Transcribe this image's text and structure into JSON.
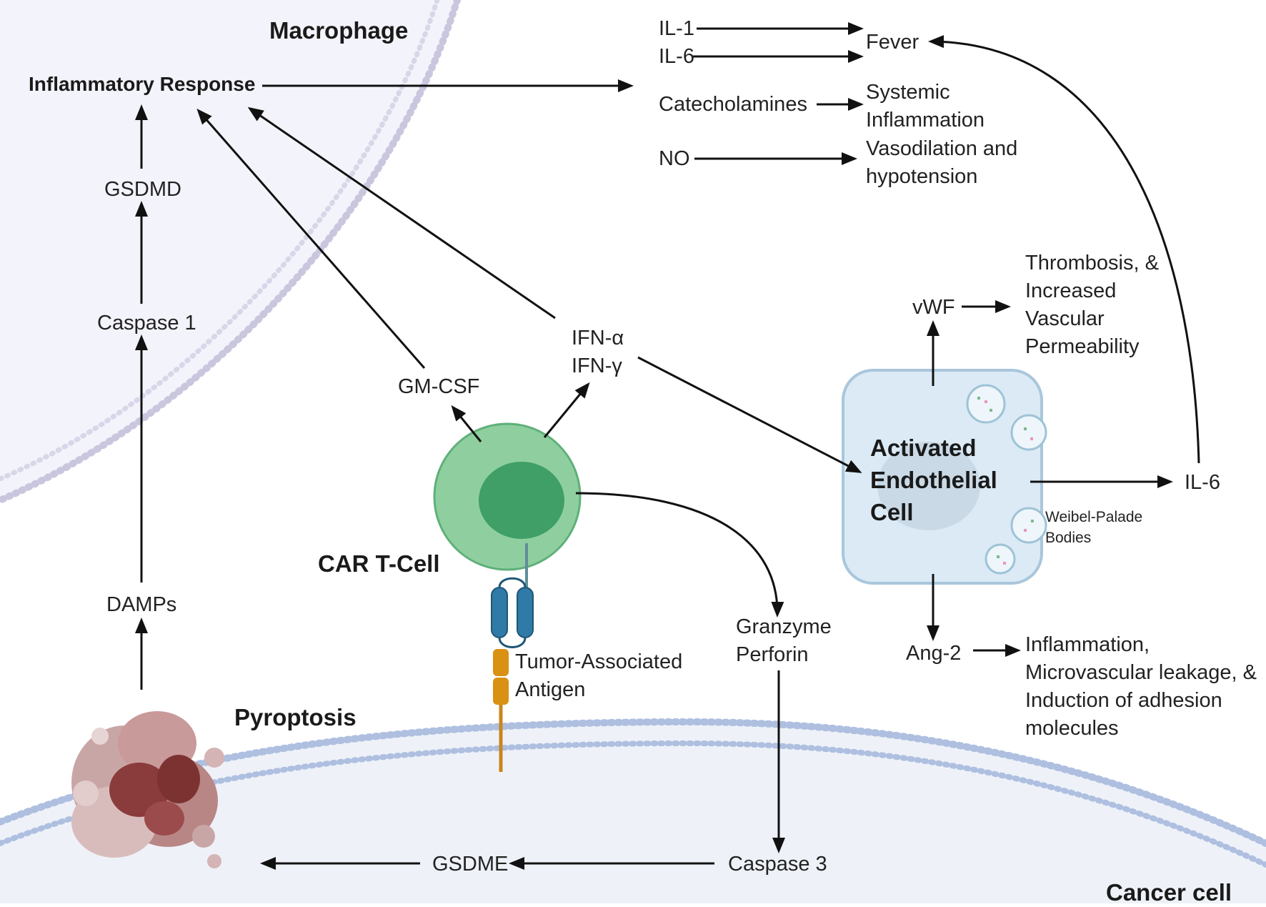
{
  "cells": {
    "macrophage": "Macrophage",
    "car_t_cell": "CAR T-Cell",
    "endothelial": [
      "Activated",
      "Endothelial",
      "Cell"
    ],
    "cancer_cell": "Cancer cell",
    "pyroptosis": "Pyroptosis"
  },
  "left_pathway": {
    "inflammatory_response": "Inflammatory Response",
    "gsdmd": "GSDMD",
    "caspase1": "Caspase 1",
    "damps": "DAMPs"
  },
  "cytokines": {
    "gm_csf": "GM-CSF",
    "ifn_alpha": "IFN-α",
    "ifn_gamma": "IFN-γ",
    "granzyme": "Granzyme",
    "perforin": "Perforin",
    "antigen": [
      "Tumor-Associated",
      "Antigen"
    ]
  },
  "systemic": {
    "il1": "IL-1",
    "il6_top": "IL-6",
    "fever": "Fever",
    "catecholamines": "Catecholamines",
    "systemic_inflammation": [
      "Systemic",
      "Inflammation"
    ],
    "no": "NO",
    "vasodilation": [
      "Vasodilation and",
      "hypotension"
    ]
  },
  "endothelial_effects": {
    "vwf": "vWF",
    "thrombosis": [
      "Thrombosis, &",
      "Increased",
      "Vascular",
      "Permeability"
    ],
    "il6_right": "IL-6",
    "weibel_palade": [
      "Weibel-Palade",
      "Bodies"
    ],
    "ang2": "Ang-2",
    "ang2_effects": [
      "Inflammation,",
      "Microvascular leakage, &",
      "Induction of adhesion",
      "molecules"
    ]
  },
  "bottom_pathway": {
    "caspase3": "Caspase 3",
    "gsdme": "GSDME"
  },
  "colors": {
    "macrophage_fill": "#f3f3fb",
    "membrane_top": "#c9c6de",
    "cancer_fill": "#eef2f8",
    "membrane_bottom": "#aebfe0",
    "tcell_outer": "#8fcf9f",
    "tcell_nucleus": "#3f9f66",
    "receptor_blue": "#2f7aa6",
    "antigen_orange": "#d99114",
    "endothelial_fill": "#dbeaf5",
    "endothelial_stroke": "#a9c6dc",
    "pyroptosis": "#8a3b3b"
  }
}
